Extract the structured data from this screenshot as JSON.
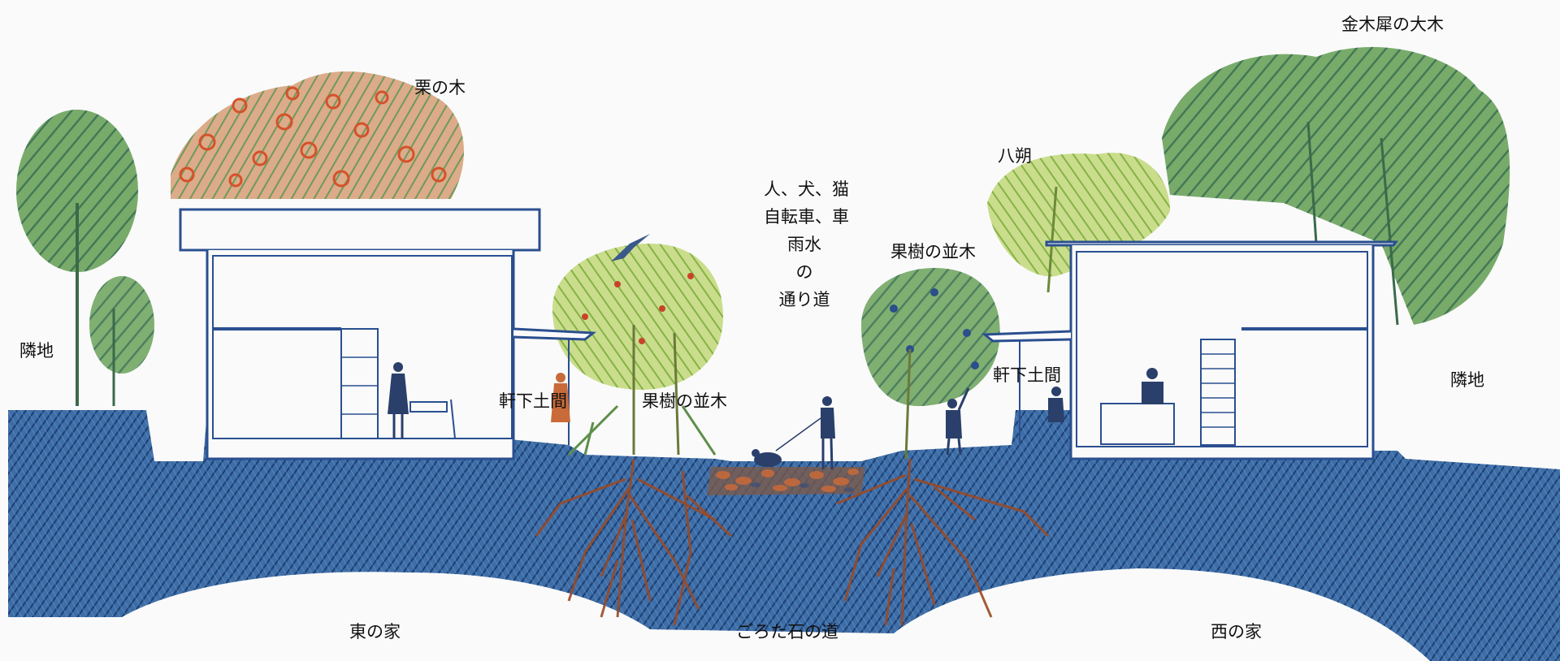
{
  "labels": {
    "chestnut_tree": "栗の木",
    "osmanthus_big_tree": "金木犀の大木",
    "hassaku": "八朔",
    "neighbor_left": "隣地",
    "neighbor_right": "隣地",
    "fruit_row_left": "果樹の並木",
    "fruit_row_right": "果樹の並木",
    "eaves_left": "軒下土間",
    "eaves_right": "軒下土間",
    "east_house": "東の家",
    "west_house": "西の家",
    "gravel_path": "ごろた石の道"
  },
  "center_caption": {
    "line1": "人、犬、猫",
    "line2": "自転車、車",
    "line3": "雨水",
    "line4": "の",
    "line5": "通り道"
  },
  "colors": {
    "ground_blue": "#2f5f9a",
    "ground_dark": "#1d3f73",
    "outline_blue": "#2a4f8f",
    "tree_green": "#4f8f4a",
    "tree_dark": "#2f6a45",
    "tree_light": "#a6c85a",
    "chestnut_fruit": "#d4522a",
    "root_brown": "#9a4a25"
  }
}
